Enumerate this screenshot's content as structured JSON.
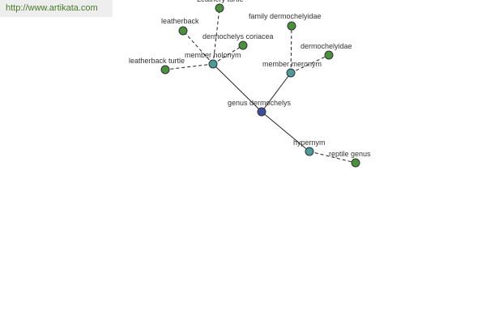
{
  "watermark": {
    "text": "http://www.artikata.com"
  },
  "graph": {
    "colors": {
      "center": "#3b4fa0",
      "relation": "#4d9a9a",
      "leaf": "#4c8f3c",
      "edge": "#222222",
      "label": "#333333"
    },
    "nodes": [
      {
        "id": "genus-dermochelys",
        "label": "genus dermochelys",
        "kind": "center"
      },
      {
        "id": "member-holonym",
        "label": "member holonym",
        "kind": "relation"
      },
      {
        "id": "member-meronym",
        "label": "member meronym",
        "kind": "relation"
      },
      {
        "id": "hypernym",
        "label": "hypernym",
        "kind": "relation"
      },
      {
        "id": "leathery-turtle",
        "label": "Leathery turtle",
        "kind": "leaf"
      },
      {
        "id": "leatherback",
        "label": "leatherback",
        "kind": "leaf"
      },
      {
        "id": "dermochelys-coriacea",
        "label": "dermochelys coriacea",
        "kind": "leaf"
      },
      {
        "id": "leatherback-turtle",
        "label": "leatherback turtle",
        "kind": "leaf"
      },
      {
        "id": "family-dermochelyidae",
        "label": "family dermochelyidae",
        "kind": "leaf"
      },
      {
        "id": "dermochelyidae",
        "label": "dermochelyidae",
        "kind": "leaf"
      },
      {
        "id": "reptile-genus",
        "label": "reptile genus",
        "kind": "leaf"
      }
    ],
    "edges": [
      {
        "from": "genus-dermochelys",
        "to": "member-holonym",
        "style": "solid"
      },
      {
        "from": "genus-dermochelys",
        "to": "member-meronym",
        "style": "solid"
      },
      {
        "from": "genus-dermochelys",
        "to": "hypernym",
        "style": "solid"
      },
      {
        "from": "member-holonym",
        "to": "leathery-turtle",
        "style": "dashed"
      },
      {
        "from": "member-holonym",
        "to": "leatherback",
        "style": "dashed"
      },
      {
        "from": "member-holonym",
        "to": "dermochelys-coriacea",
        "style": "dashed"
      },
      {
        "from": "member-holonym",
        "to": "leatherback-turtle",
        "style": "dashed"
      },
      {
        "from": "member-meronym",
        "to": "family-dermochelyidae",
        "style": "dashed"
      },
      {
        "from": "member-meronym",
        "to": "dermochelyidae",
        "style": "dashed"
      },
      {
        "from": "hypernym",
        "to": "reptile-genus",
        "style": "dashed"
      }
    ]
  }
}
